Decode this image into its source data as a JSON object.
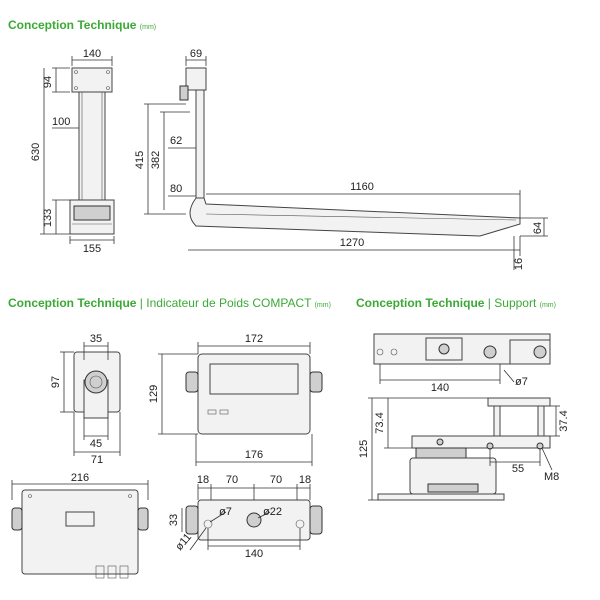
{
  "sections": {
    "fork": {
      "title": "Conception Technique",
      "unit": "(mm)"
    },
    "indicator": {
      "title": "Conception Technique",
      "separator": "|",
      "subtitle": "Indicateur de Poids COMPACT",
      "unit": "(mm)"
    },
    "support": {
      "title": "Conception Technique",
      "separator": "|",
      "subtitle": "Support",
      "unit": "(mm)"
    }
  },
  "fork_dims": {
    "top_width": "140",
    "head_height": "94",
    "column_width": "100",
    "total_height": "630",
    "foot_height": "133",
    "foot_width": "155",
    "upright_width": "69",
    "height_415": "415",
    "height_382": "382",
    "depth_62": "62",
    "depth_80": "80",
    "blade_1160": "1160",
    "blade_1270": "1270",
    "tip_64": "64",
    "tip_16": "16"
  },
  "indicator_dims": {
    "side_35": "35",
    "side_97": "97",
    "side_45": "45",
    "side_71": "71",
    "front_172": "172",
    "front_129": "129",
    "front_176": "176",
    "top_216": "216",
    "back_18a": "18",
    "back_70a": "70",
    "back_70b": "70",
    "back_18b": "18",
    "back_33": "33",
    "back_d7": "ø7",
    "back_d22": "ø22",
    "back_d11": "ø11",
    "back_140": "140"
  },
  "support_dims": {
    "width_140": "140",
    "hole_d7": "ø7",
    "height_125": "125",
    "height_734": "73.4",
    "height_374": "37.4",
    "width_55": "55",
    "thread": "M8"
  }
}
